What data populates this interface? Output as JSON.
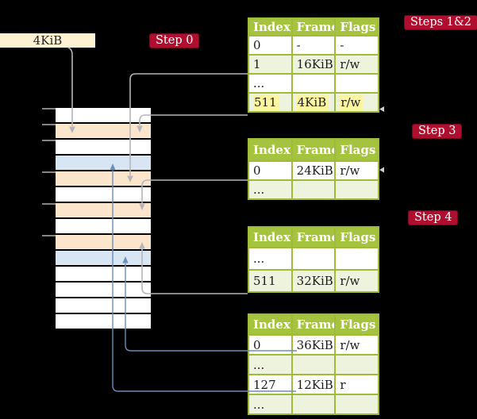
{
  "source_box": {
    "label": "4KiB"
  },
  "badges": {
    "step0": "Step 0",
    "steps12": "Steps 1&2",
    "step3": "Step 3",
    "step4": "Step 4"
  },
  "memory": {
    "rows": [
      "free",
      "table",
      "free",
      "page",
      "table",
      "free",
      "table",
      "free",
      "table",
      "page",
      "free",
      "free",
      "free",
      "free"
    ]
  },
  "page_tables": [
    {
      "headers": [
        "Index",
        "Frame",
        "Flags"
      ],
      "rows": [
        {
          "cells": [
            "0",
            "-",
            "-"
          ]
        },
        {
          "cells": [
            "1",
            "16KiB",
            "r/w"
          ]
        },
        {
          "cells": [
            "...",
            "",
            ""
          ]
        },
        {
          "cells": [
            "511",
            "4KiB",
            "r/w"
          ],
          "highlight": true
        }
      ]
    },
    {
      "headers": [
        "Index",
        "Frame",
        "Flags"
      ],
      "rows": [
        {
          "cells": [
            "0",
            "24KiB",
            "r/w"
          ]
        },
        {
          "cells": [
            "...",
            "",
            ""
          ]
        }
      ]
    },
    {
      "headers": [
        "Index",
        "Frame",
        "Flags"
      ],
      "rows": [
        {
          "cells": [
            "...",
            "",
            ""
          ]
        },
        {
          "cells": [
            "511",
            "32KiB",
            "r/w"
          ]
        }
      ]
    },
    {
      "headers": [
        "Index",
        "Frame",
        "Flags"
      ],
      "rows": [
        {
          "cells": [
            "0",
            "36KiB",
            "r/w"
          ]
        },
        {
          "cells": [
            "...",
            "",
            ""
          ]
        },
        {
          "cells": [
            "127",
            "12KiB",
            "r"
          ]
        },
        {
          "cells": [
            "...",
            "",
            ""
          ]
        }
      ]
    }
  ],
  "arrows": [
    {
      "color": "gray",
      "from": "4KiB frame box",
      "to": "memory row at 4KiB"
    },
    {
      "color": "gray",
      "from": "table-1 entry 1 (16KiB)",
      "to": "memory row at 16KiB"
    },
    {
      "color": "gray",
      "from": "table-1 entry 511 (4KiB)",
      "to": "memory row at 4KiB"
    },
    {
      "color": "gray",
      "from": "table-2 entry 0 (24KiB)",
      "to": "memory row at 24KiB"
    },
    {
      "color": "gray",
      "from": "table-3 entry 511 (32KiB)",
      "to": "memory row at 32KiB"
    },
    {
      "color": "blue",
      "from": "table-4 entry 0 (36KiB)",
      "to": "memory row at 36KiB"
    },
    {
      "color": "blue",
      "from": "table-4 entry 127 (12KiB)",
      "to": "memory row at 12KiB"
    }
  ],
  "colors": {
    "badge_red": "#b00e2e",
    "header_green": "#a6c340",
    "table_border": "#9fbc39",
    "row_green": "#eef3de",
    "highlight_yellow": "#fcf6a0",
    "frame_cream": "#fdf3d2",
    "mem_orange": "#fce5cd",
    "mem_blue": "#d8e5f3",
    "arrow_gray": "#b6b6ba",
    "arrow_blue": "#6d8dbb"
  }
}
